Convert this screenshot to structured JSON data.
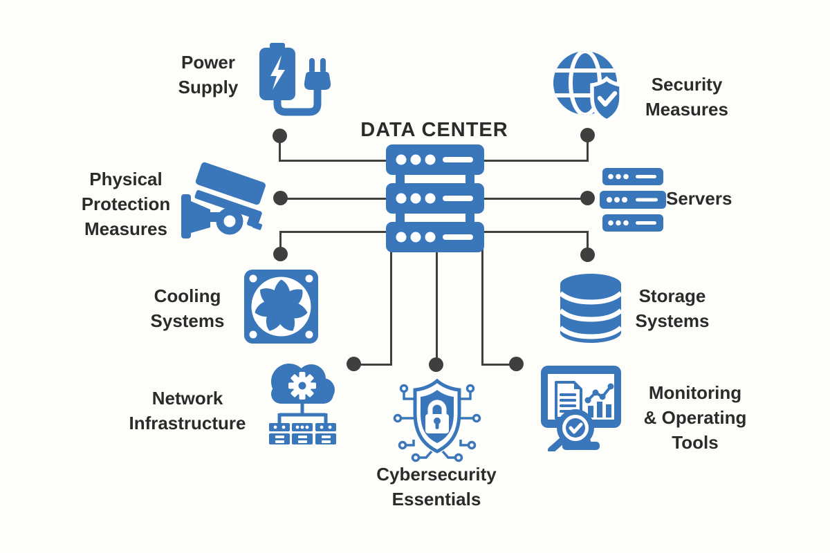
{
  "title": "DATA CENTER",
  "colors": {
    "primary_blue": "#3a76ba",
    "connector_dark": "#3f3f3f",
    "text_dark": "#2b2b2b",
    "background": "#fdfdfa"
  },
  "center": {
    "label": "DATA CENTER",
    "icon": "server-rack-icon"
  },
  "nodes": {
    "power_supply": {
      "lines": [
        "Power",
        "Supply"
      ],
      "icon": "battery-plug-icon",
      "position": "top-left"
    },
    "security_measures": {
      "lines": [
        "Security",
        "Measures"
      ],
      "icon": "globe-shield-icon",
      "position": "top-right"
    },
    "physical_protection": {
      "lines": [
        "Physical",
        "Protection",
        "Measures"
      ],
      "icon": "cctv-camera-icon",
      "position": "left"
    },
    "servers": {
      "lines": [
        "Servers"
      ],
      "icon": "server-stack-icon",
      "position": "right"
    },
    "cooling_systems": {
      "lines": [
        "Cooling",
        "Systems"
      ],
      "icon": "cooling-fan-icon",
      "position": "lower-left"
    },
    "storage_systems": {
      "lines": [
        "Storage",
        "Systems"
      ],
      "icon": "database-icon",
      "position": "lower-right"
    },
    "network_infrastructure": {
      "lines": [
        "Network",
        "Infrastructure"
      ],
      "icon": "cloud-network-icon",
      "position": "bottom-left"
    },
    "cybersecurity": {
      "lines": [
        "Cybersecurity",
        "Essentials"
      ],
      "icon": "shield-lock-icon",
      "position": "bottom-center"
    },
    "monitoring": {
      "lines": [
        "Monitoring",
        "& Operating",
        "Tools"
      ],
      "icon": "monitor-analytics-icon",
      "position": "bottom-right"
    }
  }
}
